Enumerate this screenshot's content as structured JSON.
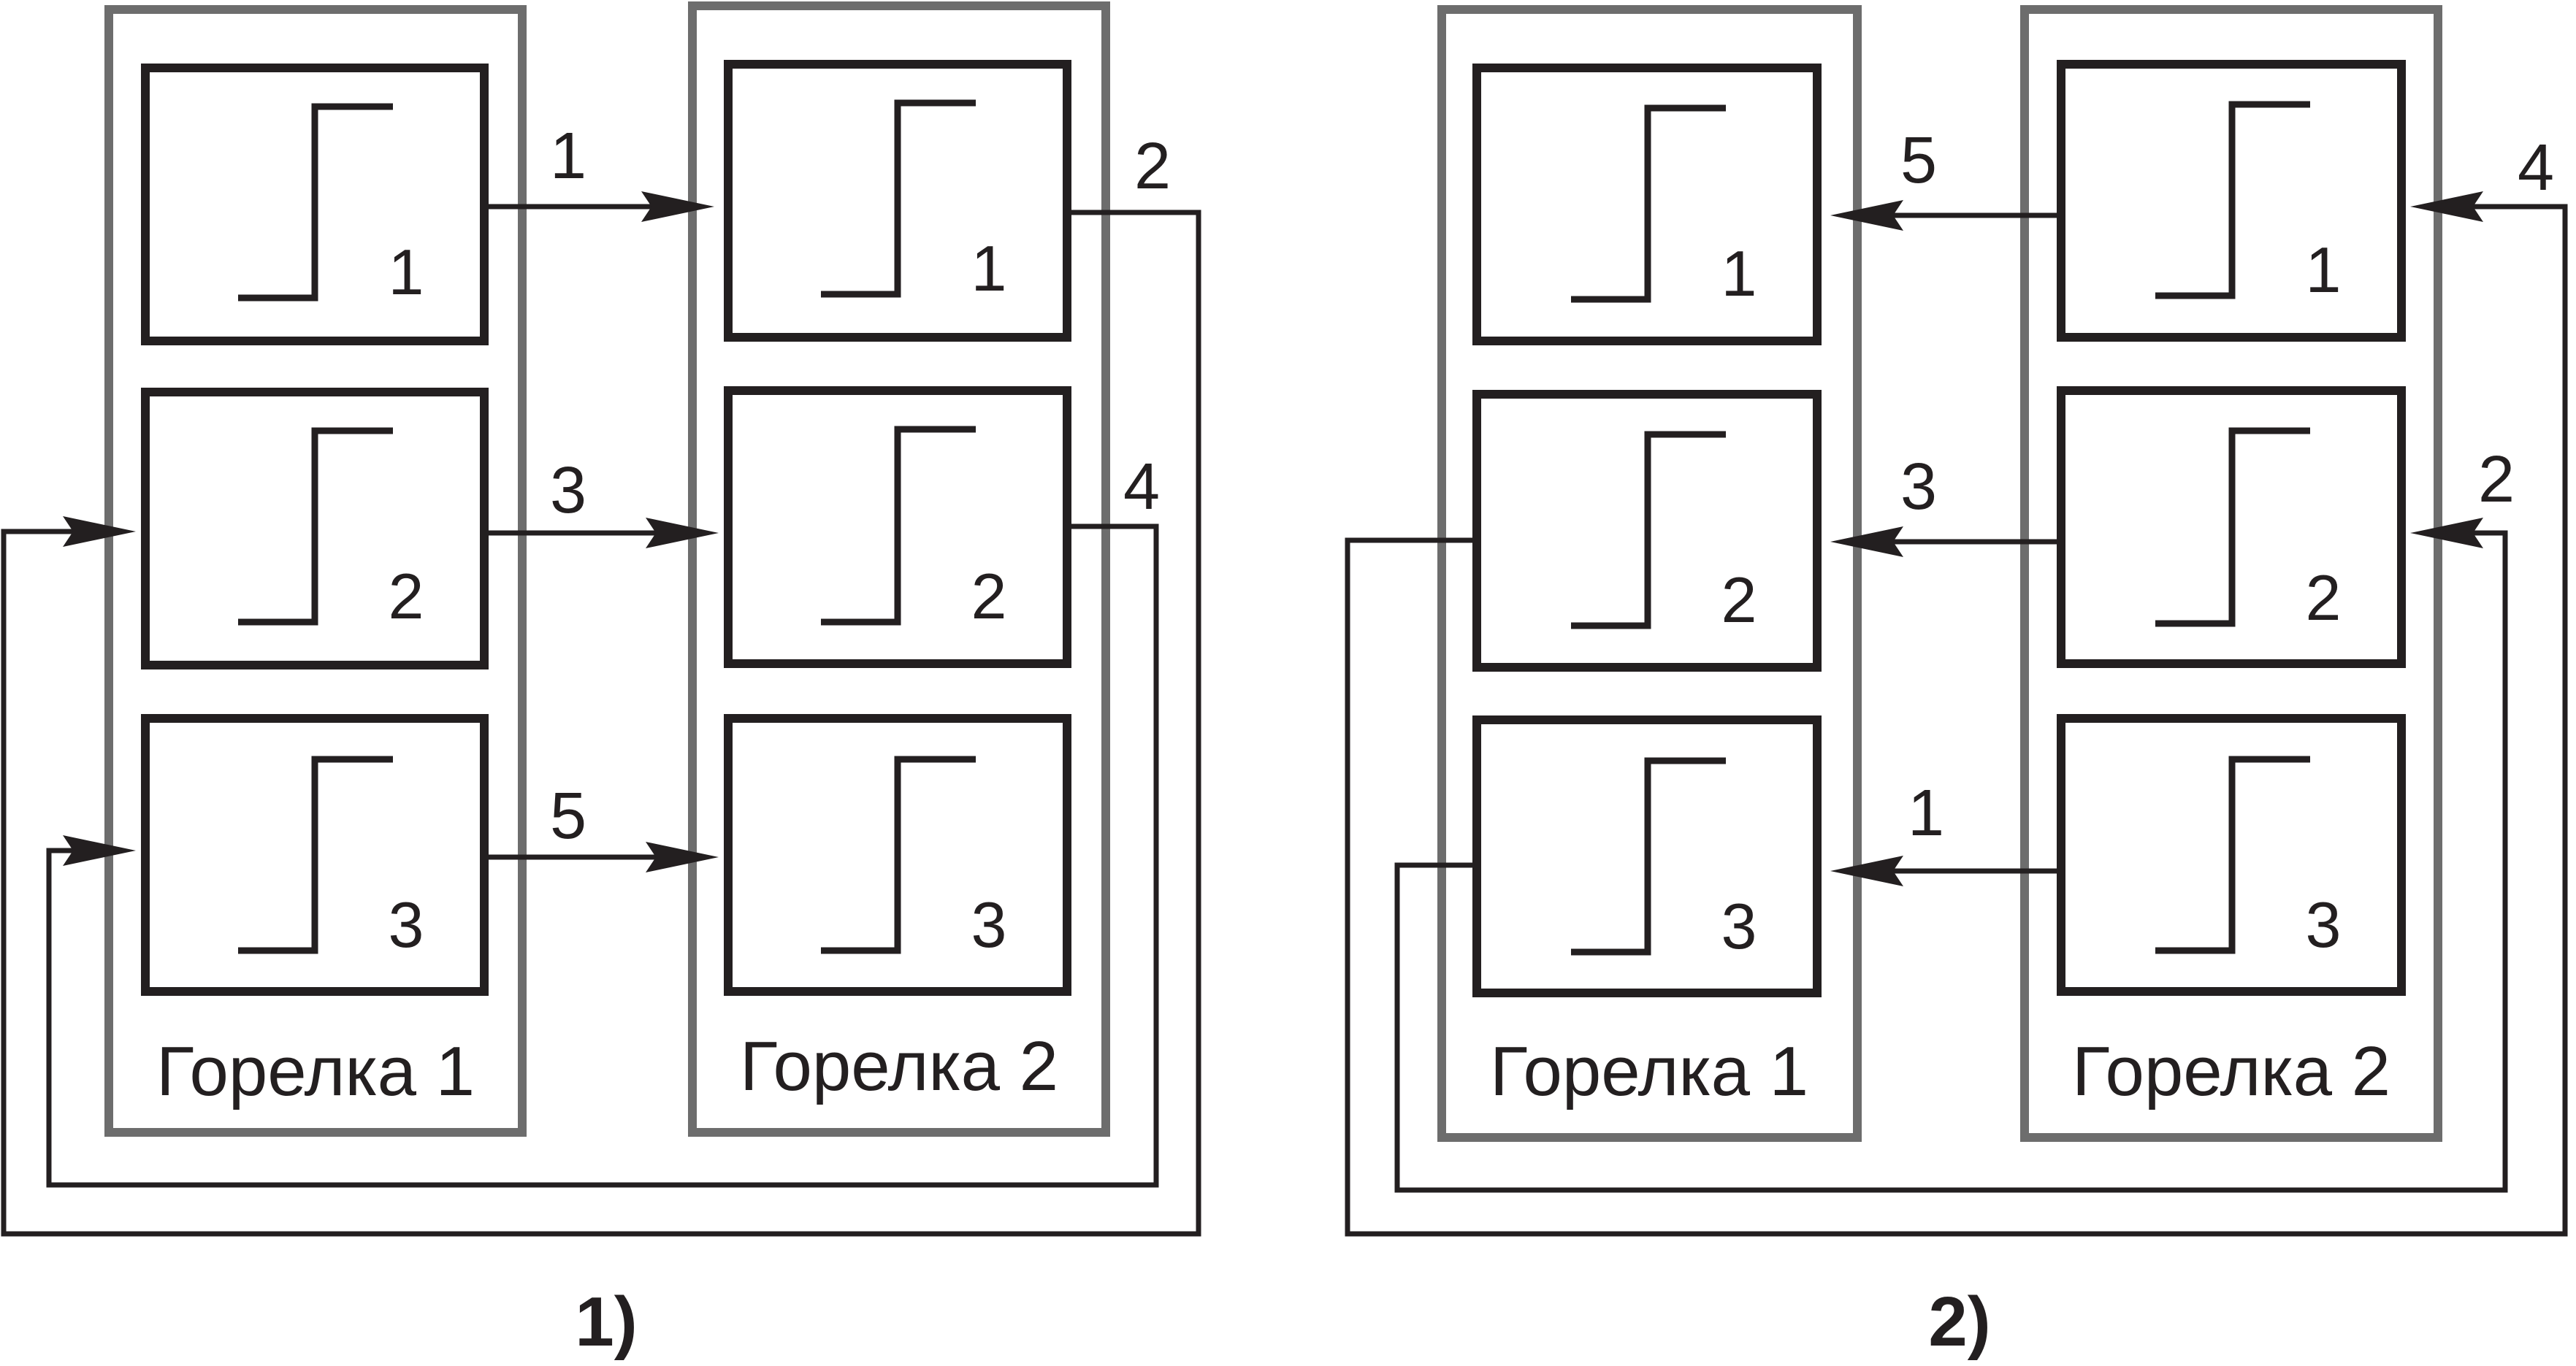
{
  "colors": {
    "stroke": "#231f20",
    "burner_frame": "#6d6d6d",
    "background": "#ffffff"
  },
  "diagram_1": {
    "label": "1)",
    "burner_a": {
      "name": "Горелка 1",
      "stages": [
        {
          "number": "1",
          "icon": "step-function-icon"
        },
        {
          "number": "2",
          "icon": "step-function-icon"
        },
        {
          "number": "3",
          "icon": "step-function-icon"
        }
      ]
    },
    "burner_b": {
      "name": "Горелка 2",
      "stages": [
        {
          "number": "1",
          "icon": "step-function-icon"
        },
        {
          "number": "2",
          "icon": "step-function-icon"
        },
        {
          "number": "3",
          "icon": "step-function-icon"
        }
      ]
    },
    "connections": [
      {
        "order": "1",
        "from": "Горелка 1 stage 1",
        "to": "Горелка 2 stage 1"
      },
      {
        "order": "2",
        "from": "Горелка 2 stage 1",
        "to": "Горелка 1 stage 2"
      },
      {
        "order": "3",
        "from": "Горелка 1 stage 2",
        "to": "Горелка 2 stage 2"
      },
      {
        "order": "4",
        "from": "Горелка 2 stage 2",
        "to": "Горелка 1 stage 3"
      },
      {
        "order": "5",
        "from": "Горелка 1 stage 3",
        "to": "Горелка 2 stage 3"
      }
    ]
  },
  "diagram_2": {
    "label": "2)",
    "burner_a": {
      "name": "Горелка 1",
      "stages": [
        {
          "number": "1",
          "icon": "step-function-icon"
        },
        {
          "number": "2",
          "icon": "step-function-icon"
        },
        {
          "number": "3",
          "icon": "step-function-icon"
        }
      ]
    },
    "burner_b": {
      "name": "Горелка 2",
      "stages": [
        {
          "number": "1",
          "icon": "step-function-icon"
        },
        {
          "number": "2",
          "icon": "step-function-icon"
        },
        {
          "number": "3",
          "icon": "step-function-icon"
        }
      ]
    },
    "connections": [
      {
        "order": "1",
        "from": "Горелка 2 stage 3",
        "to": "Горелка 1 stage 3"
      },
      {
        "order": "2",
        "from": "Горелка 1 stage 3",
        "to": "Горелка 2 stage 2"
      },
      {
        "order": "3",
        "from": "Горелка 2 stage 2",
        "to": "Горелка 1 stage 2"
      },
      {
        "order": "4",
        "from": "Горелка 1 stage 2",
        "to": "Горелка 2 stage 1"
      },
      {
        "order": "5",
        "from": "Горелка 2 stage 1",
        "to": "Горелка 1 stage 1"
      }
    ]
  }
}
